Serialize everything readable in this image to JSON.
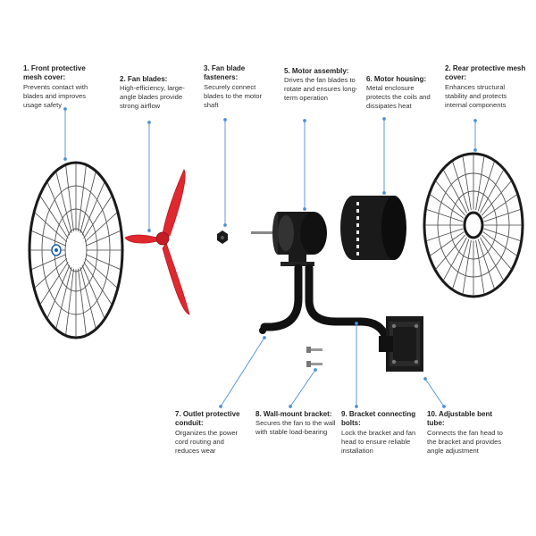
{
  "parts": [
    {
      "title": "1. Front protective mesh cover:",
      "desc": "Prevents contact with blades and improves usage safety"
    },
    {
      "title": "2. Fan blades:",
      "desc": "High-efficiency, large-angle blades provide strong airflow"
    },
    {
      "title": "3. Fan blade fasteners:",
      "desc": "Securely connect blades to the motor shaft"
    },
    {
      "title": "5. Motor assembly:",
      "desc": "Drives the fan blades to rotate and ensures long-term operation"
    },
    {
      "title": "6. Motor housing:",
      "desc": "Metal enclosure protects the coils and dissipates heat"
    },
    {
      "title": "2. Rear protective mesh cover:",
      "desc": "Enhances structural stability and protects internal components"
    },
    {
      "title": "7. Outlet protective conduit:",
      "desc": "Organizes the power cord routing and reduces wear"
    },
    {
      "title": "8. Wall-mount bracket:",
      "desc": "Secures the fan to the wall with stable load-bearing"
    },
    {
      "title": "9. Bracket connecting bolts:",
      "desc": "Lock the bracket and fan head to ensure reliable installation"
    },
    {
      "title": "10. Adjustable bent tube:",
      "desc": "Connects the fan head to the bracket and provides angle adjustment"
    }
  ],
  "colors": {
    "leader": "#4a90d9",
    "blade": "#e0282f",
    "metal": "#1a1a1a",
    "grill": "#2a2a2a",
    "badge": "#1f5fa8"
  }
}
